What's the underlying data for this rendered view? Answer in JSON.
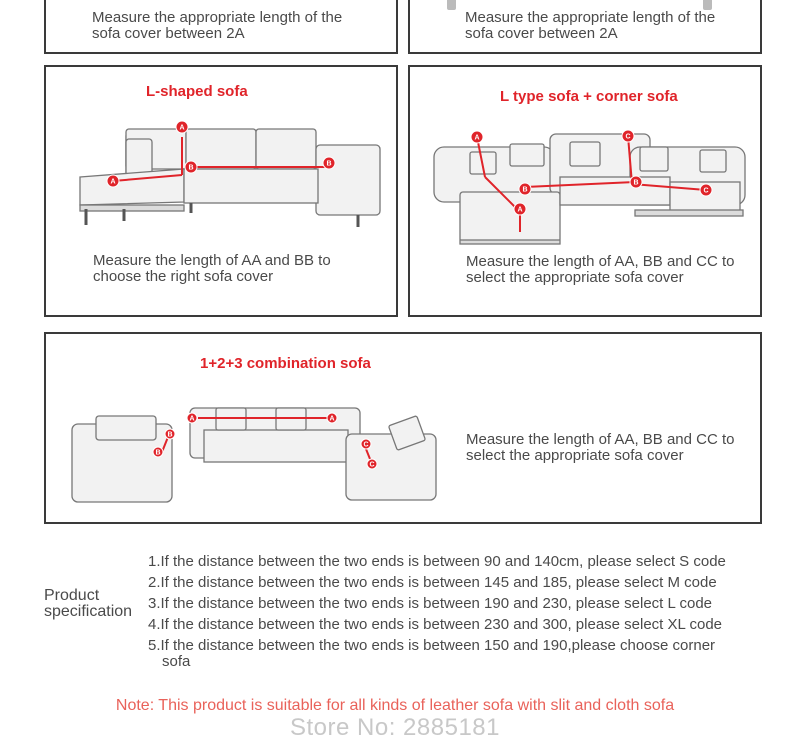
{
  "top_left": {
    "text": "Measure the appropriate length of the sofa cover between 2A"
  },
  "top_right": {
    "text": "Measure the appropriate length of the sofa cover between 2A"
  },
  "l_shaped": {
    "title": "L-shaped sofa",
    "text": "Measure the length of AA and BB to choose the right sofa cover",
    "marks": [
      "A",
      "A",
      "B",
      "B"
    ]
  },
  "l_corner": {
    "title": "L type sofa + corner sofa",
    "text": "Measure the length of AA, BB and CC to select the appropriate sofa cover",
    "marks": [
      "A",
      "A",
      "B",
      "B",
      "C",
      "C"
    ]
  },
  "combo": {
    "title": "1+2+3 combination sofa",
    "text": "Measure the length of AA, BB and CC to select the appropriate sofa cover",
    "marks": [
      "A",
      "A",
      "B",
      "B",
      "C",
      "C"
    ]
  },
  "spec": {
    "label_line1": "Product",
    "label_line2": "specification",
    "items": [
      "1.If the distance between the two ends is between 90 and 140cm, please select S code",
      "2.If the distance between the two ends is between 145 and 185, please select M code",
      "3.If the distance between the two ends is between 190 and 230, please select L code",
      "4.If the distance between the two ends is between 230 and 300, please select XL code",
      "5.If the distance between the two ends is between 150 and 190,please choose corner",
      "sofa"
    ]
  },
  "note": "Note: This product is suitable for all kinds of leather sofa with slit and cloth sofa",
  "store": "Store No: 2885181",
  "colors": {
    "accent_red": "#e0242a",
    "note_red": "#e9625a",
    "border": "#3a3a3a"
  }
}
